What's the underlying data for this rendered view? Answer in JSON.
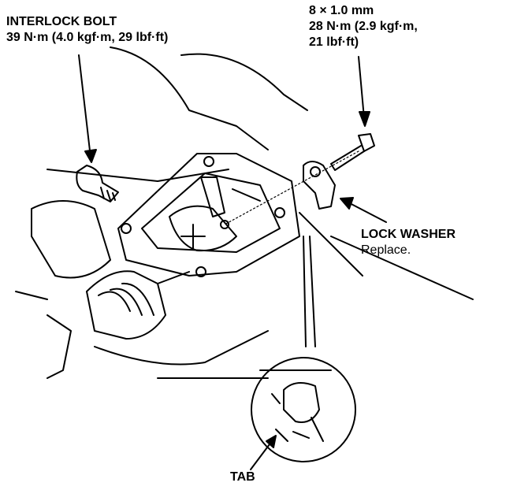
{
  "labels": {
    "interlock_title": "INTERLOCK BOLT",
    "interlock_torque": "39 N·m (4.0 kgf·m, 29 lbf·ft)",
    "bolt_size": "8 × 1.0 mm",
    "bolt_torque_1": "28 N·m (2.9 kgf·m,",
    "bolt_torque_2": "21 lbf·ft)",
    "lock_washer": "LOCK WASHER",
    "lock_washer_note": "Replace.",
    "tab": "TAB"
  }
}
